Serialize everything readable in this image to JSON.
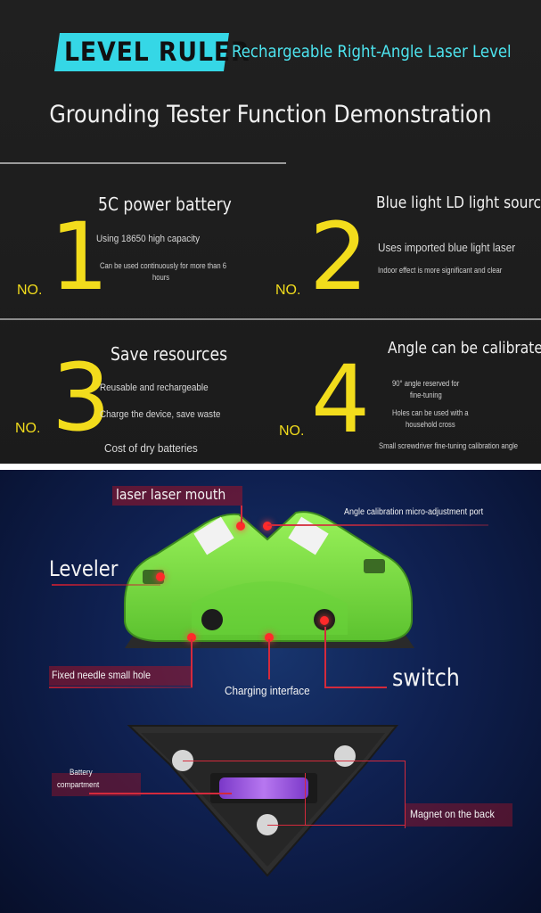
{
  "header": {
    "badge": "LEVEL RULER",
    "subtitle": "Rechargeable Right-Angle Laser Level",
    "title": "Grounding Tester Function Demonstration"
  },
  "features": [
    {
      "no": "NO.",
      "number": "1",
      "title": "5C power battery",
      "lines": [
        "Using 18650 high capacity",
        "Can be used continuously for more than 6",
        "hours"
      ]
    },
    {
      "no": "NO.",
      "number": "2",
      "title": "Blue light LD light source",
      "lines": [
        "Uses imported blue light laser",
        "Indoor effect is more significant and clear"
      ]
    },
    {
      "no": "NO.",
      "number": "3",
      "title": "Save resources",
      "lines": [
        "Reusable and rechargeable",
        "Charge the device, save waste",
        "Cost of dry batteries"
      ]
    },
    {
      "no": "NO.",
      "number": "4",
      "title": "Angle can be calibrated",
      "lines": [
        "90° angle reserved for",
        "fine-tuning",
        "Holes can be used with a",
        "household cross",
        "Small screwdriver fine-tuning calibration angle"
      ]
    }
  ],
  "labels": {
    "laser_mouth": "laser laser mouth",
    "angle_port": "Angle calibration micro-adjustment port",
    "leveler": "Leveler",
    "needle_hole": "Fixed needle small hole",
    "charging": "Charging interface",
    "switch": "switch",
    "battery_1": "Battery",
    "battery_2": "compartment",
    "magnet": "Magnet on the back"
  },
  "colors": {
    "accent_cyan": "#35d7e6",
    "number_yellow": "#f2dc1c",
    "device_green": "#7fe04a",
    "callout_red": "#d42a3c",
    "battery_purple": "#9b4fd8"
  }
}
